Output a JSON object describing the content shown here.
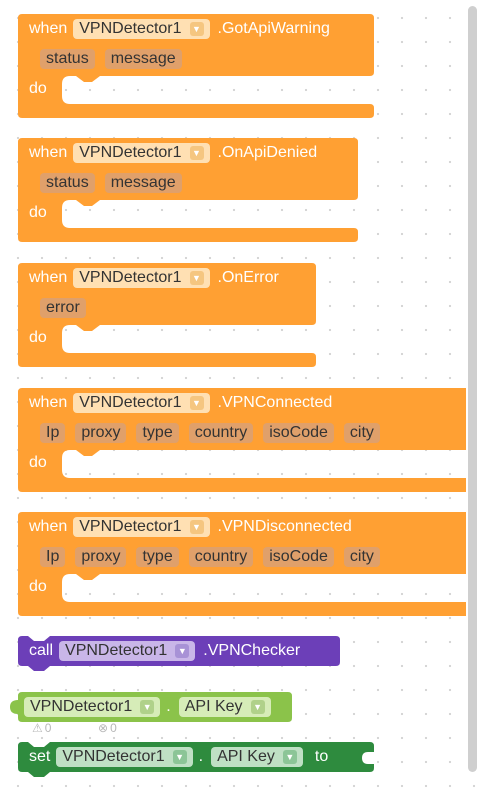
{
  "component": "VPNDetector1",
  "colors": {
    "event": "#ffa033",
    "procedure": "#6c3fb8",
    "getter": "#8bc34a",
    "setter": "#2e8b3e"
  },
  "events": [
    {
      "when": "when",
      "method": ".GotApiWarning",
      "params": [
        "status",
        "message"
      ],
      "do": "do"
    },
    {
      "when": "when",
      "method": ".OnApiDenied",
      "params": [
        "status",
        "message"
      ],
      "do": "do"
    },
    {
      "when": "when",
      "method": ".OnError",
      "params": [
        "error"
      ],
      "do": "do"
    },
    {
      "when": "when",
      "method": ".VPNConnected",
      "params": [
        "Ip",
        "proxy",
        "type",
        "country",
        "isoCode",
        "city"
      ],
      "do": "do"
    },
    {
      "when": "when",
      "method": ".VPNDisconnected",
      "params": [
        "Ip",
        "proxy",
        "type",
        "country",
        "isoCode",
        "city"
      ],
      "do": "do"
    }
  ],
  "call_block": {
    "keyword": "call",
    "method": ".VPNChecker"
  },
  "getter_block": {
    "dot": ".",
    "property": "API Key"
  },
  "setter_block": {
    "keyword": "set",
    "dot": ".",
    "property": "API Key",
    "to": "to"
  },
  "indicators": {
    "warnings": "0",
    "errors": "0"
  },
  "icons": {
    "dropdown": "chevron-down-icon",
    "warning": "warning-icon",
    "error": "error-icon"
  }
}
